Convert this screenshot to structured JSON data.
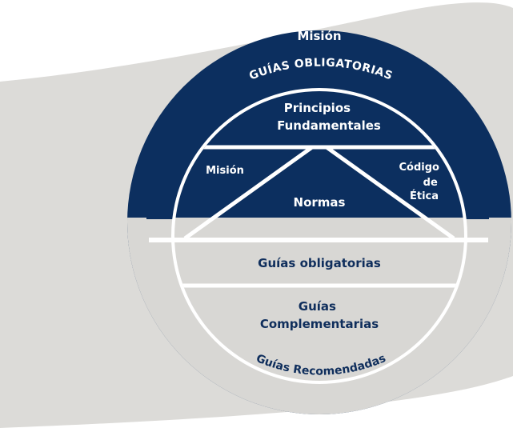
{
  "diagram": {
    "outer_top_label": "Misión",
    "outer_arc_top": "GUÍAS OBLIGATORIAS",
    "outer_arc_bottom": "Guías Recomendadas",
    "segments": {
      "fundamental_principles": [
        "Principios",
        "Fundamentales"
      ],
      "left_wedge": "Misión",
      "right_wedge": [
        "Código",
        "de",
        "Ética"
      ],
      "center": "Normas",
      "mandatory_guides": "Guías obligatorias",
      "complementary_guides": [
        "Guías",
        "Complementarias"
      ]
    }
  },
  "colors": {
    "navy": "#0c2f5f",
    "light_gray": "#dcdbd8",
    "band_gray": "#d8d7d4",
    "white": "#ffffff",
    "dark_text": "#0f2e5c"
  }
}
